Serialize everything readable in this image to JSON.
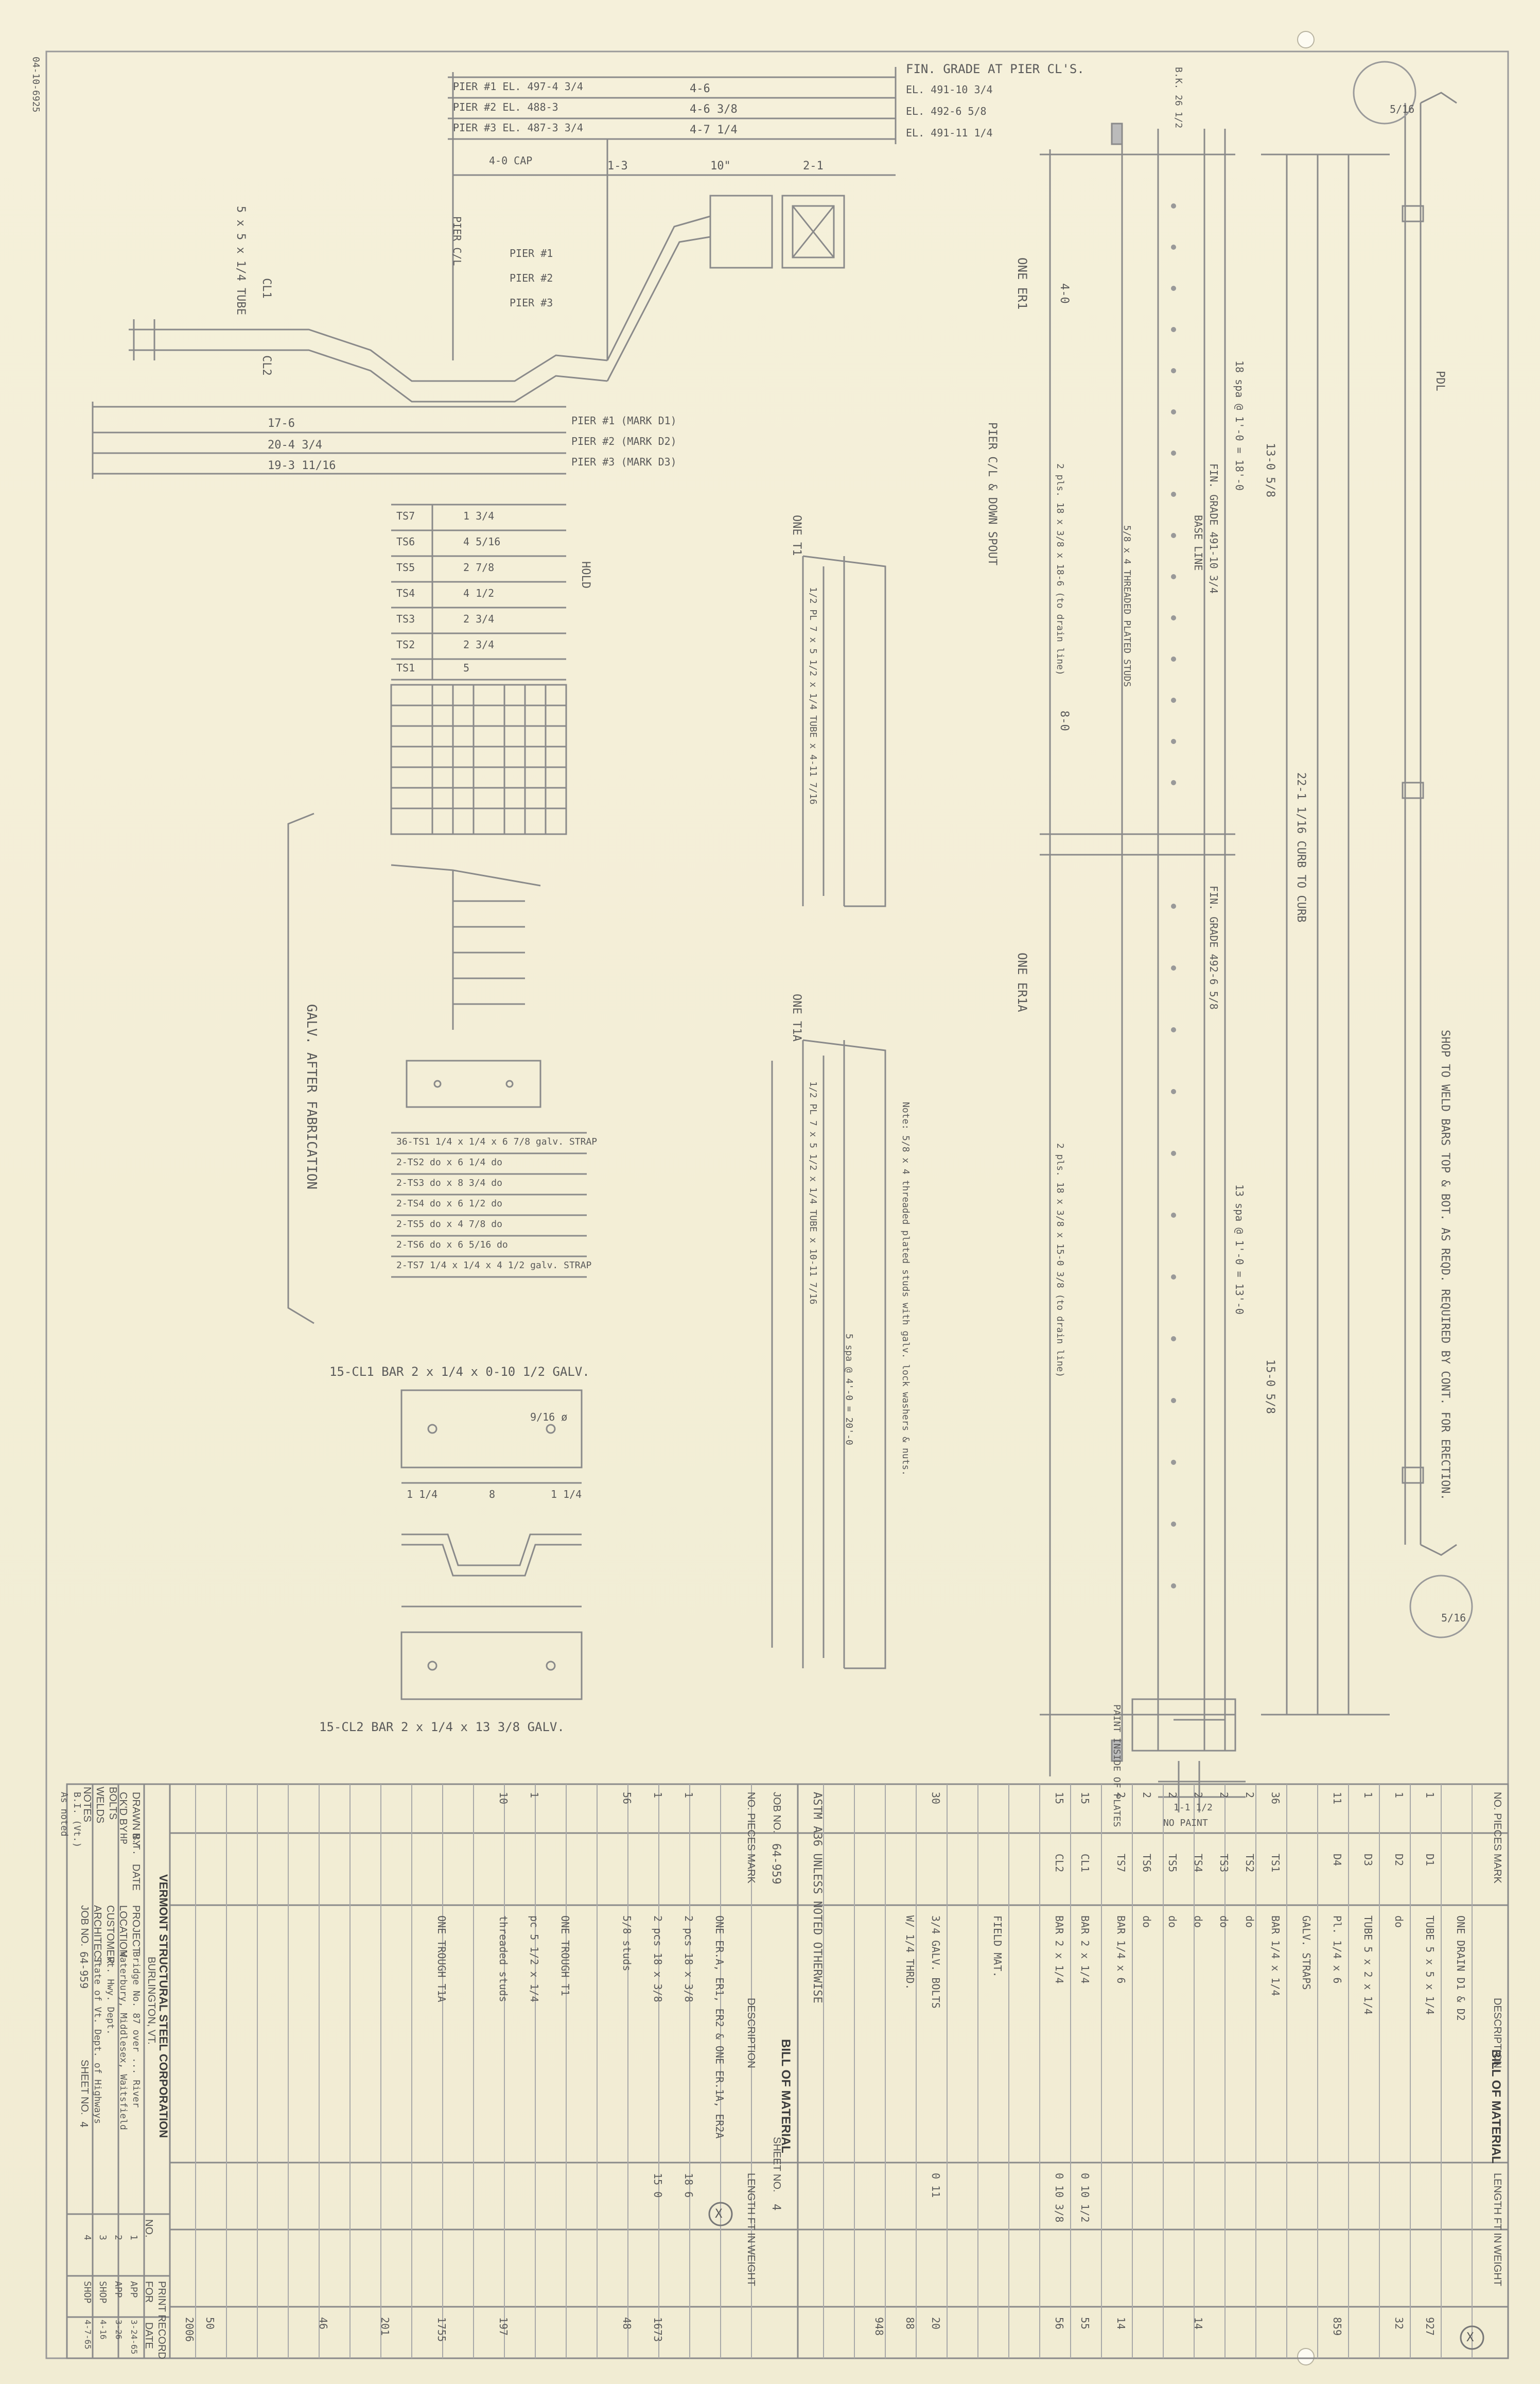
{
  "file_id": "04-10-6925",
  "title_block": {
    "company": "VERMONT STRUCTURAL STEEL CORPORATION",
    "city": "BURLINGTON, VT.",
    "labels": {
      "drawn_by": "DRAWN BY",
      "date": "DATE",
      "chk_by": "CK'D BY",
      "project": "PROJECT",
      "location": "LOCATION",
      "customer": "CUSTOMER",
      "architect": "ARCHITECT",
      "job_no": "JOB NO.",
      "sheet_no": "SHEET NO.",
      "bolts": "BOLTS",
      "welds": "WELDS",
      "notes": "NOTES",
      "print_record": "PRINT RECORD",
      "no": "NO.",
      "for": "FOR"
    },
    "drawn_by": "N.T.",
    "checked": "HP",
    "project": "Bridge No. 87 over ... River",
    "location": "Waterbury, Middlesex, Waitsfield",
    "customer": "Vt. Hwy. Dept.",
    "architect": "State of Vt. Dept. of Highways",
    "job_no": "64-959",
    "sheet_no": "4",
    "bolts_note": "B.I. (Vt.)",
    "welds_note": "As noted",
    "print_rows": [
      {
        "no": "1",
        "for": "APP",
        "date": "3-24-65"
      },
      {
        "no": "2",
        "for": "APP",
        "date": "3-26"
      },
      {
        "no": "3",
        "for": "SHOP",
        "date": "4-16"
      },
      {
        "no": "4",
        "for": "SHOP",
        "date": "4-7-65"
      }
    ]
  },
  "bill_left": {
    "heading": "BILL OF MATERIAL",
    "job_label": "JOB NO.",
    "job_no": "64-959",
    "sheet_label": "SHEET NO.",
    "sheet_no": "4",
    "columns": [
      "NO. PIECES",
      "MARK",
      "DESCRIPTION",
      "LENGTH FT IN",
      "WEIGHT"
    ],
    "note": "ASTM A36 UNLESS NOTED OTHERWISE",
    "circle": "X",
    "rows": [
      {
        "pcs": "",
        "mark": "",
        "desc": "ONE ER.A, ER1, ER2 & ONE ER.1A, ER2A",
        "len": "",
        "wt": ""
      },
      {
        "pcs": "1",
        "mark": "",
        "desc": "2 pcs 18 x 3/8",
        "len": "18 6",
        "wt": ""
      },
      {
        "pcs": "1",
        "mark": "",
        "desc": "2 pcs 18 x 3/8",
        "len": "15 0",
        "wt": "1673"
      },
      {
        "pcs": "56",
        "mark": "",
        "desc": "5/8 studs",
        "len": "",
        "wt": "48"
      },
      {
        "pcs": "",
        "mark": "",
        "desc": "ONE TROUGH T1",
        "len": "",
        "wt": ""
      },
      {
        "pcs": "1",
        "mark": "",
        "desc": "pc 5 1/2 x 1/4",
        "len": "",
        "wt": ""
      },
      {
        "pcs": "10",
        "mark": "",
        "desc": "threaded studs",
        "len": "",
        "wt": "197"
      },
      {
        "pcs": "",
        "mark": "",
        "desc": "ONE TROUGH T1A",
        "len": "",
        "wt": "1755"
      },
      {
        "pcs": "",
        "mark": "",
        "desc": "",
        "len": "",
        "wt": "201"
      },
      {
        "pcs": "",
        "mark": "",
        "desc": "",
        "len": "",
        "wt": "46"
      },
      {
        "pcs": "",
        "mark": "",
        "desc": "",
        "len": "",
        "wt": "50"
      },
      {
        "pcs": "",
        "mark": "",
        "desc": "",
        "len": "",
        "wt": "2006"
      }
    ]
  },
  "bill_right": {
    "heading": "BILL OF MATERIAL",
    "circle": "X",
    "columns": [
      "NO. PIECES",
      "MARK",
      "DESCRIPTION",
      "LENGTH FT IN",
      "WEIGHT"
    ],
    "rows": [
      {
        "pcs": "",
        "mark": "",
        "desc": "ONE DRAIN D1 & D2",
        "len": "",
        "wt": ""
      },
      {
        "pcs": "1",
        "mark": "D1",
        "desc": "TUBE 5 x 5 x 1/4",
        "len": "",
        "wt": "927"
      },
      {
        "pcs": "1",
        "mark": "D2",
        "desc": "do",
        "len": "",
        "wt": "32"
      },
      {
        "pcs": "1",
        "mark": "D3",
        "desc": "TUBE 5 x 2 x 1/4",
        "len": "",
        "wt": ""
      },
      {
        "pcs": "11",
        "mark": "D4",
        "desc": "Pl. 1/4 x 6",
        "len": "",
        "wt": "859"
      },
      {
        "pcs": "",
        "mark": "",
        "desc": "GALV. STRAPS",
        "len": "",
        "wt": ""
      },
      {
        "pcs": "36",
        "mark": "TS1",
        "desc": "BAR 1/4 x 1/4",
        "len": "",
        "wt": ""
      },
      {
        "pcs": "2",
        "mark": "TS2",
        "desc": "do",
        "len": "",
        "wt": ""
      },
      {
        "pcs": "2",
        "mark": "TS3",
        "desc": "do",
        "len": "",
        "wt": ""
      },
      {
        "pcs": "2",
        "mark": "TS4",
        "desc": "do",
        "len": "",
        "wt": "14"
      },
      {
        "pcs": "2",
        "mark": "TS5",
        "desc": "do",
        "len": "",
        "wt": ""
      },
      {
        "pcs": "2",
        "mark": "TS6",
        "desc": "do",
        "len": "",
        "wt": ""
      },
      {
        "pcs": "2",
        "mark": "TS7",
        "desc": "BAR 1/4 x 6",
        "len": "",
        "wt": "14"
      },
      {
        "pcs": "15",
        "mark": "CL1",
        "desc": "BAR 2 x 1/4",
        "len": "0 10 1/2",
        "wt": "55"
      },
      {
        "pcs": "15",
        "mark": "CL2",
        "desc": "BAR 2 x 1/4",
        "len": "0 10 3/8",
        "wt": "56"
      },
      {
        "pcs": "",
        "mark": "",
        "desc": "FIELD MAT.",
        "len": "",
        "wt": ""
      },
      {
        "pcs": "30",
        "mark": "",
        "desc": "3/4 GALV. BOLTS",
        "len": "0 11",
        "wt": "20"
      },
      {
        "pcs": "",
        "mark": "",
        "desc": "W/ 1/4 THRD.",
        "len": "",
        "wt": "88"
      },
      {
        "pcs": "",
        "mark": "",
        "desc": "",
        "len": "",
        "wt": "948"
      }
    ]
  },
  "drawing_text": {
    "pier_elevs": [
      "PIER #1 EL. 497-4 3/4",
      "PIER #2 EL. 488-3",
      "PIER #3 EL. 487-3 3/4"
    ],
    "fin_grade": "FIN. GRADE AT PIER CL'S.",
    "right_elevs": [
      "EL. 491-10 3/4",
      "EL. 492-6 5/8",
      "EL. 491-11 1/4"
    ],
    "cap_dims": [
      "4-6",
      "4-6 3/8",
      "4-7 1/4"
    ],
    "cap_label": "4-0 CAP",
    "dims_mid": [
      "1-3",
      "10\"",
      "2-1"
    ],
    "tube_label": "5 x 5 x 1/4 TUBE",
    "pier_labels": [
      "PIER #1",
      "PIER #2",
      "PIER #3"
    ],
    "pier_cl": "PIER C/L",
    "bottom_dims": [
      "17-6",
      "20-4 3/4",
      "19-3 11/16"
    ],
    "pier_marks": [
      "PIER #1 (MARK D1)",
      "PIER #2 (MARK D2)",
      "PIER #3 (MARK D3)"
    ],
    "cl_labels": [
      "CL1",
      "CL2"
    ],
    "galv_note": "GALV. AFTER FABRICATION",
    "hold_label": "HOLD",
    "ts_marks": [
      "TS7",
      "TS6",
      "TS5",
      "TS4",
      "TS3",
      "TS2",
      "TS1"
    ],
    "ts_vals": [
      "1 3/4",
      "4 5/16",
      "2 7/8",
      "4 1/2",
      "2 3/4",
      "2 3/4",
      "5"
    ],
    "strap_list": [
      "36-TS1 1/4 x 1/4 x 6 7/8 galv. STRAP",
      "2-TS2  do x 6 1/4  do",
      "2-TS3  do x 8 3/4  do",
      "2-TS4  do x 6 1/2  do",
      "2-TS5  do x 4 7/8  do",
      "2-TS6  do x 6 5/16 do",
      "2-TS7  1/4 x 1/4 x 4 1/2 galv. STRAP"
    ],
    "cl1_bar": "15-CL1  BAR 2 x 1/4 x 0-10 1/2 GALV.",
    "cl2_bar": "15-CL2  BAR 2 x 1/4 x 13 3/8 GALV.",
    "cl_dims": [
      "1 1/4",
      "8",
      "1 1/4",
      "9/16 ø"
    ],
    "trough_t1": "ONE T1",
    "trough_t1_desc": "1/2 PL 7 x 5 1/2 x 1/4 TUBE x 4-11 7/16",
    "trough_t1a": "ONE T1A",
    "trough_t1a_desc": "1/2 PL 7 x 5 1/2 x 1/4 TUBE x 10-11 7/16",
    "trough_note": "Note: 5/8 x 4 threaded plated studs with galv. lock washers & nuts.",
    "spacing_t1a": "5 spa @ 4'-0 = 20'-0",
    "er_labels": [
      "ONE ER1",
      "ONE ER1A",
      "PIER C/L & DOWN SPOUT"
    ],
    "er1_desc": "2 pls. 18 x 3/8 x 18-6 (to drain line)",
    "er1a_desc": "2 pls. 18 x 3/8 x 15-0 3/8 (to drain line)",
    "spa1": "18 spa @ 1'-0 = 18'-0",
    "spa2": "13 spa @ 1'-0 = 13'-0",
    "fin_grade_1": "FIN. GRADE 491-10 3/4",
    "fin_grade_2": "FIN. GRADE 492-6 5/8",
    "base_line": "BASE LINE",
    "dims_plate": [
      "4-0",
      "8-0",
      "22-1 1/16 CURB TO CURB",
      "13-0 5/8",
      "15-0 5/8"
    ],
    "stud_note": "5/8 x 4 THREADED PLATED STUDS",
    "pdl": "PDL",
    "shop_note": "SHOP TO WELD BARS TOP & BOT. AS REQD. REQUIRED BY CONT. FOR ERECTION.",
    "ws": [
      "5/16",
      "5/16"
    ],
    "bk_label": "B.K. 26 1/2",
    "paint_note": "PAINT INSIDE OF PLATES",
    "no_paint": "NO PAINT",
    "dims_small": [
      "1-1 1/2"
    ]
  }
}
